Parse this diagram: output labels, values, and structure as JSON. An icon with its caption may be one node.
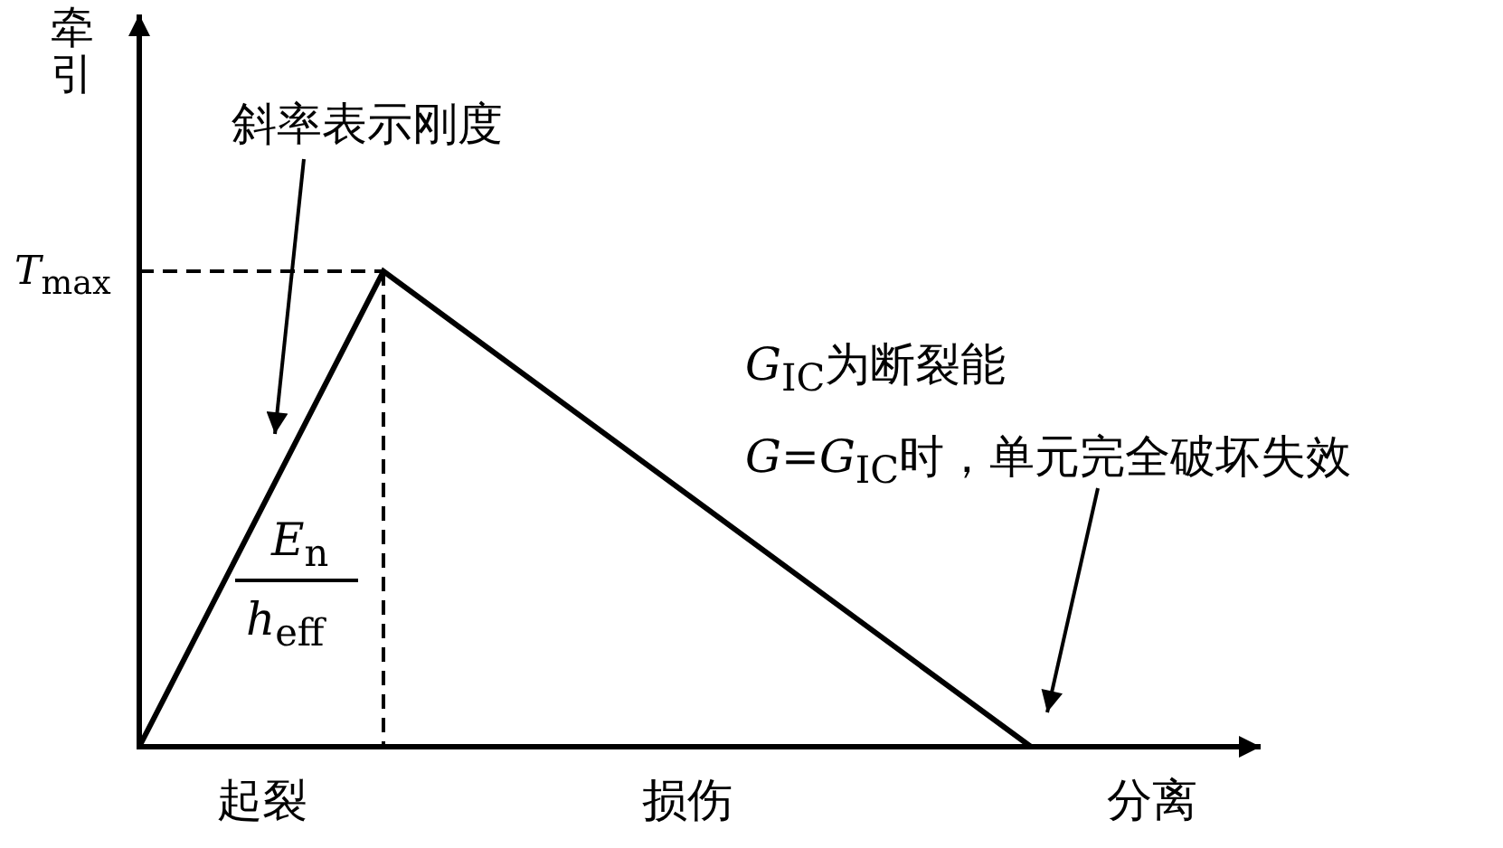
{
  "diagram": {
    "nodes": [
      {
        "text": [
          "斜率表示刚度"
        ]
      },
      {
        "text": [
          "*G*$_{IC}$为断裂能",
          "*G*=*G*$_{IC}$时，单元完全破坏失效"
        ]
      }
    ],
    "edges": [
      {
        "from": 0,
        "to": null,
        "arrow": "to"
      },
      {
        "from": 1,
        "to": null,
        "arrow": "to"
      }
    ],
    "labels": [
      "牵引",
      "*T*$_{max}$",
      "*E*$_{n}$",
      "*h*$_{eff}$",
      "起裂",
      "损伤",
      "分离"
    ]
  }
}
